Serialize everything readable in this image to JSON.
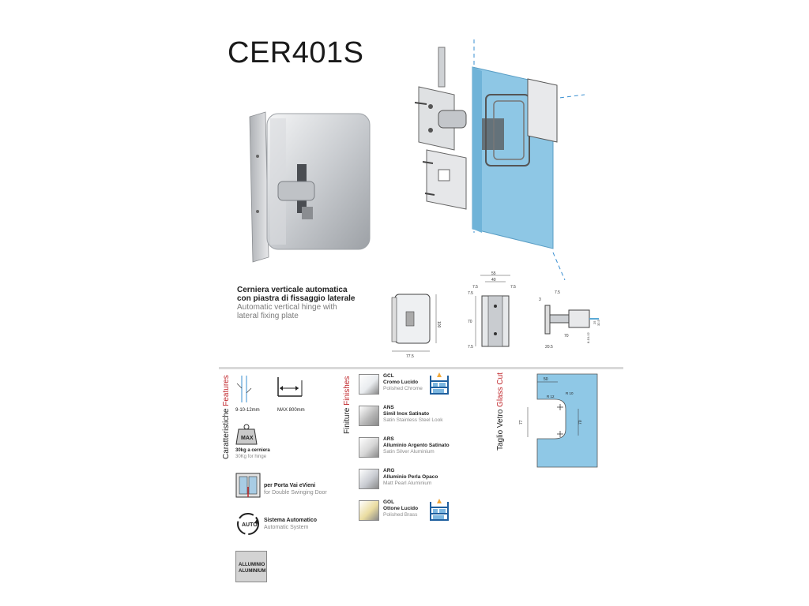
{
  "title": "CER401S",
  "description": {
    "it_line1": "Cerniera verticale automatica",
    "it_line2": "con piastra di fissaggio laterale",
    "en_line1": "Automatic vertical hinge with",
    "en_line2": "lateral fixing plate"
  },
  "drawings": {
    "front": {
      "width": "77.5",
      "height": "100"
    },
    "side": {
      "top_total": "55",
      "top_inner": "40",
      "left_margin": "7.5",
      "right_margin": "7.5",
      "dim_top": "7.5",
      "dim_mid": "70",
      "dim_bottom": "7.5"
    },
    "plan": {
      "a": "7.5",
      "b": "3",
      "c": "70",
      "d": "20.5",
      "e": "8-10-12",
      "f": "25",
      "g": "32.5"
    }
  },
  "features": {
    "section_it": "Caratteristiche ",
    "section_en": "Features",
    "glass_thickness": "9-10-12mm",
    "max_width": "MAX 800mm",
    "weight_icon": "MAX",
    "weight_it": "30kg a cerniera",
    "weight_en": "30Kg for hinge",
    "door_it": "per Porta Vai eVieni",
    "door_en": "for Double Swinging Door",
    "auto_icon": "AUTO",
    "auto_it": "Sistema Automatico",
    "auto_en": "Automatic System",
    "material_it": "ALLUMINIO",
    "material_en": "ALUMINIUM"
  },
  "finishes": {
    "section_it": "Finiture ",
    "section_en": "Finishes",
    "items": [
      {
        "code": "GCL",
        "it": "Cromo Lucido",
        "en": "Polished Chrome",
        "color": "#e9ecef",
        "stock": true
      },
      {
        "code": "ANS",
        "it": "Simil Inox Satinato",
        "en": "Satin Stainless Steel Look",
        "color": "#b8b8b8",
        "stock": false
      },
      {
        "code": "ARS",
        "it": "Alluminio Argento Satinato",
        "en": "Satin Silver Aluminium",
        "color": "#d6d6d6",
        "stock": false
      },
      {
        "code": "ARG",
        "it": "Alluminio Perla Opaco",
        "en": "Matt Pearl Aluminium",
        "color": "#c9ccd2",
        "stock": false
      },
      {
        "code": "GOL",
        "it": "Ottone Lucido",
        "en": "Polished Brass",
        "color": "#eadca0",
        "stock": true
      }
    ]
  },
  "glass_cut": {
    "section_it": "Taglio Vetro ",
    "section_en": "Glass Cut",
    "dim_width": "50",
    "dim_r1": "R 12",
    "dim_r2": "R 10",
    "dim_height": "77",
    "dim_inner": "70",
    "glass_color": "#8fc8e6"
  },
  "colors": {
    "accent_red": "#c0262b",
    "glass_blue": "#8ec7e5"
  }
}
